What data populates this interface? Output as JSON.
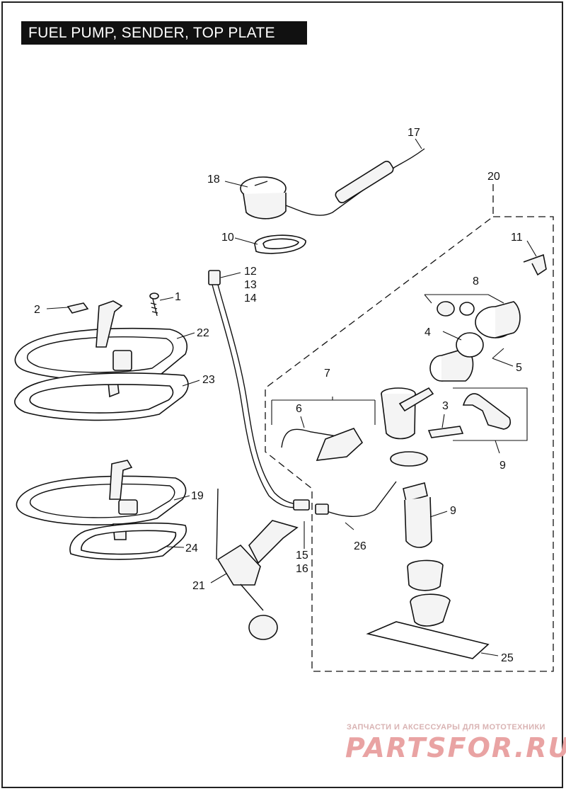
{
  "title": "FUEL PUMP, SENDER, TOP PLATE",
  "callouts": {
    "c1": "1",
    "c2": "2",
    "c3": "3",
    "c4": "4",
    "c5": "5",
    "c6": "6",
    "c7": "7",
    "c8": "8",
    "c9a": "9",
    "c9b": "9",
    "c10": "10",
    "c11": "11",
    "c12": "12",
    "c13": "13",
    "c14": "14",
    "c15": "15",
    "c16": "16",
    "c17": "17",
    "c18": "18",
    "c19": "19",
    "c20": "20",
    "c21": "21",
    "c22": "22",
    "c23": "23",
    "c24": "24",
    "c25": "25",
    "c26": "26"
  },
  "watermark": {
    "tagline": "ЗАПЧАСТИ И АКСЕССУАРЫ ДЛЯ МОТОТЕХНИКИ",
    "logo": "PARTSFOR.RU"
  }
}
